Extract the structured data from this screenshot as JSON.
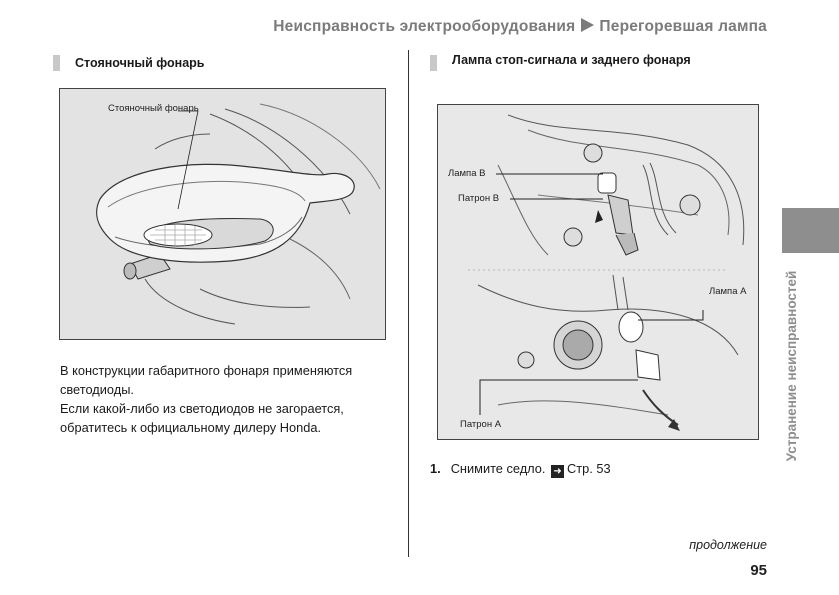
{
  "header": {
    "section": "Неисправность электрооборудования",
    "subsection": "Перегоревшая лампа"
  },
  "left": {
    "title": "Стояночный фонарь",
    "figure_label": "Стояночный фонарь",
    "paragraph1": "В конструкции габаритного фонаря применяются светодиоды.",
    "paragraph2": "Если какой-либо из светодиодов не загорается, обратитесь к официальному дилеру Honda."
  },
  "right": {
    "title": "Лампа стоп-сигнала и заднего фонаря",
    "labels": {
      "lamp_b": "Лампа B",
      "socket_b": "Патрон B",
      "lamp_a": "Лампа A",
      "socket_a": "Патрон A"
    },
    "step_number": "1.",
    "step_text": "Снимите седло.",
    "step_ref": "Стр. 53"
  },
  "side_tab": "Устранение неисправностей",
  "footer": {
    "continued": "продолжение",
    "page_number": "95"
  }
}
